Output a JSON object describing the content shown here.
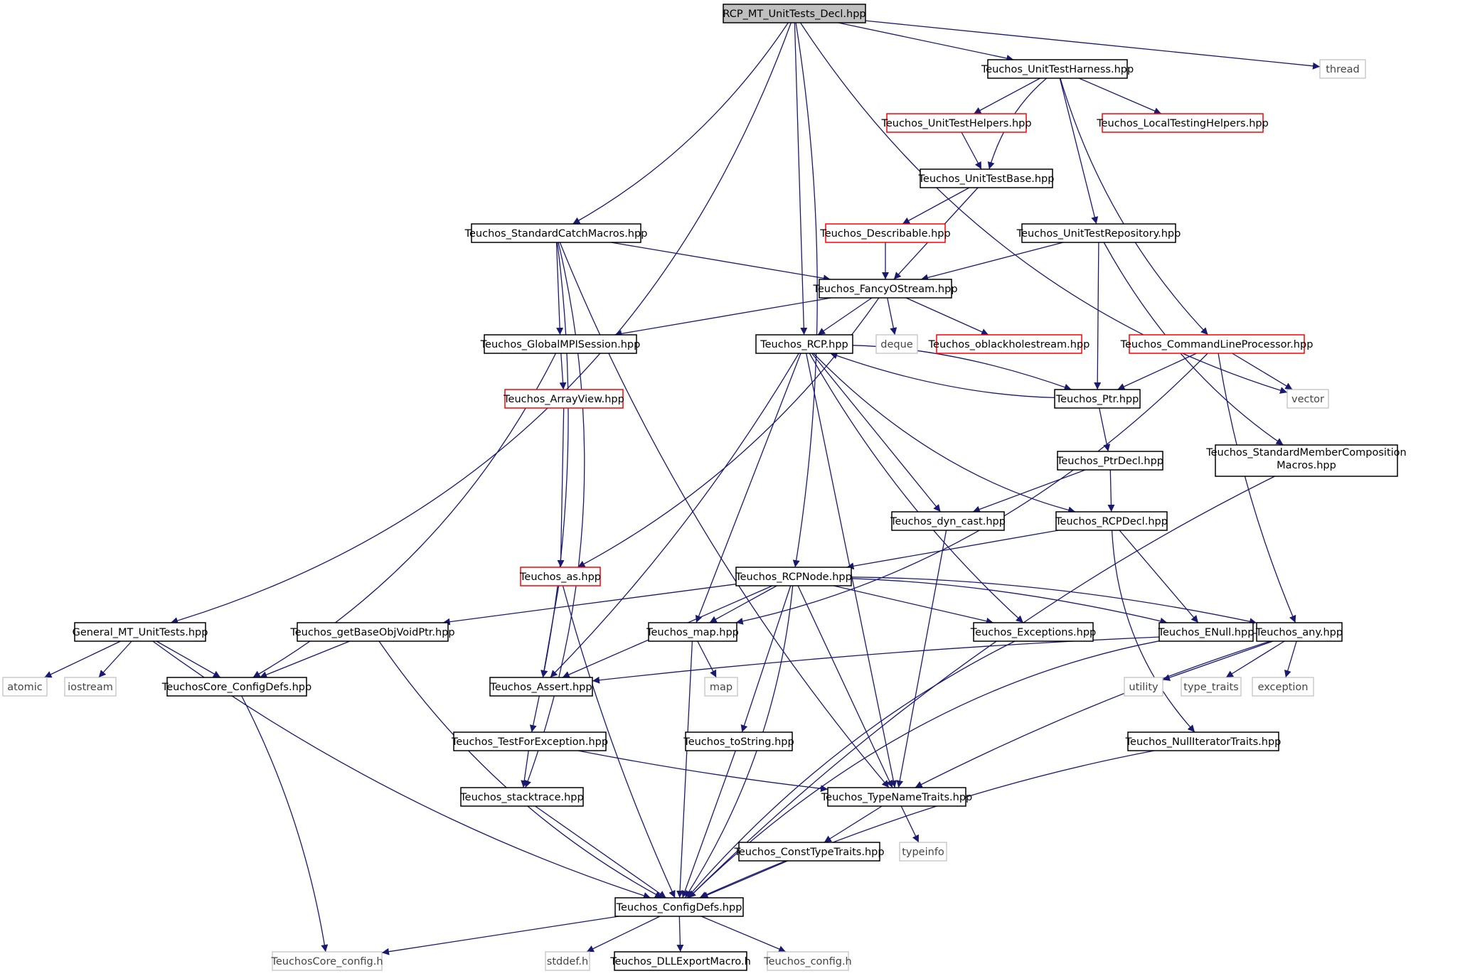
{
  "diagram": {
    "root": "RCP_MT_UnitTests_Decl.hpp",
    "colors": {
      "edge": "#191970",
      "root_fill": "#bfbfbf",
      "node_border": "#000000",
      "incomplete_border": "#ff0000",
      "external_border": "#bfbfbf",
      "background": "#ffffff"
    },
    "nodes": [
      {
        "id": "root",
        "label": "RCP_MT_UnitTests_Decl.hpp",
        "kind": "root"
      },
      {
        "id": "thread",
        "label": "thread",
        "kind": "external"
      },
      {
        "id": "harness",
        "label": "Teuchos_UnitTestHarness.hpp",
        "kind": "normal"
      },
      {
        "id": "helpers",
        "label": "Teuchos_UnitTestHelpers.hpp",
        "kind": "incomplete"
      },
      {
        "id": "localtest",
        "label": "Teuchos_LocalTestingHelpers.hpp",
        "kind": "incomplete"
      },
      {
        "id": "testbase",
        "label": "Teuchos_UnitTestBase.hpp",
        "kind": "normal"
      },
      {
        "id": "stdcatch",
        "label": "Teuchos_StandardCatchMacros.hpp",
        "kind": "normal"
      },
      {
        "id": "describable",
        "label": "Teuchos_Describable.hpp",
        "kind": "incomplete"
      },
      {
        "id": "testrepo",
        "label": "Teuchos_UnitTestRepository.hpp",
        "kind": "normal"
      },
      {
        "id": "fancy",
        "label": "Teuchos_FancyOStream.hpp",
        "kind": "normal"
      },
      {
        "id": "mpisession",
        "label": "Teuchos_GlobalMPISession.hpp",
        "kind": "normal"
      },
      {
        "id": "rcp",
        "label": "Teuchos_RCP.hpp",
        "kind": "normal"
      },
      {
        "id": "deque",
        "label": "deque",
        "kind": "external"
      },
      {
        "id": "oblack",
        "label": "Teuchos_oblackholestream.hpp",
        "kind": "incomplete"
      },
      {
        "id": "cmdline",
        "label": "Teuchos_CommandLineProcessor.hpp",
        "kind": "incomplete"
      },
      {
        "id": "arrayview",
        "label": "Teuchos_ArrayView.hpp",
        "kind": "incomplete"
      },
      {
        "id": "ptr",
        "label": "Teuchos_Ptr.hpp",
        "kind": "normal"
      },
      {
        "id": "vector",
        "label": "vector",
        "kind": "external"
      },
      {
        "id": "stdmember",
        "label": "Teuchos_StandardMemberComposition",
        "label2": "Macros.hpp",
        "kind": "normal"
      },
      {
        "id": "ptrdecl",
        "label": "Teuchos_PtrDecl.hpp",
        "kind": "normal"
      },
      {
        "id": "dyncast",
        "label": "Teuchos_dyn_cast.hpp",
        "kind": "normal"
      },
      {
        "id": "rcpdecl",
        "label": "Teuchos_RCPDecl.hpp",
        "kind": "normal"
      },
      {
        "id": "as",
        "label": "Teuchos_as.hpp",
        "kind": "incomplete"
      },
      {
        "id": "rcpnode",
        "label": "Teuchos_RCPNode.hpp",
        "kind": "normal"
      },
      {
        "id": "general",
        "label": "General_MT_UnitTests.hpp",
        "kind": "normal"
      },
      {
        "id": "getbase",
        "label": "Teuchos_getBaseObjVoidPtr.hpp",
        "kind": "normal"
      },
      {
        "id": "maphpp",
        "label": "Teuchos_map.hpp",
        "kind": "normal"
      },
      {
        "id": "exceptions",
        "label": "Teuchos_Exceptions.hpp",
        "kind": "normal"
      },
      {
        "id": "enull",
        "label": "Teuchos_ENull.hpp",
        "kind": "normal"
      },
      {
        "id": "any",
        "label": "Teuchos_any.hpp",
        "kind": "normal"
      },
      {
        "id": "atomic",
        "label": "atomic",
        "kind": "external"
      },
      {
        "id": "iostream",
        "label": "iostream",
        "kind": "external"
      },
      {
        "id": "coreconfigdefs",
        "label": "TeuchosCore_ConfigDefs.hpp",
        "kind": "normal"
      },
      {
        "id": "assert",
        "label": "Teuchos_Assert.hpp",
        "kind": "normal"
      },
      {
        "id": "map",
        "label": "map",
        "kind": "external"
      },
      {
        "id": "utility",
        "label": "utility",
        "kind": "external"
      },
      {
        "id": "typetraits",
        "label": "type_traits",
        "kind": "external"
      },
      {
        "id": "exception",
        "label": "exception",
        "kind": "external"
      },
      {
        "id": "testforexc",
        "label": "Teuchos_TestForException.hpp",
        "kind": "normal"
      },
      {
        "id": "tostring",
        "label": "Teuchos_toString.hpp",
        "kind": "normal"
      },
      {
        "id": "nulliter",
        "label": "Teuchos_NullIteratorTraits.hpp",
        "kind": "normal"
      },
      {
        "id": "stacktrace",
        "label": "Teuchos_stacktrace.hpp",
        "kind": "normal"
      },
      {
        "id": "typename",
        "label": "Teuchos_TypeNameTraits.hpp",
        "kind": "normal"
      },
      {
        "id": "consttype",
        "label": "Teuchos_ConstTypeTraits.hpp",
        "kind": "normal"
      },
      {
        "id": "typeinfo",
        "label": "typeinfo",
        "kind": "external"
      },
      {
        "id": "configdefs",
        "label": "Teuchos_ConfigDefs.hpp",
        "kind": "normal"
      },
      {
        "id": "coreconfig",
        "label": "TeuchosCore_config.h",
        "kind": "external"
      },
      {
        "id": "stddef",
        "label": "stddef.h",
        "kind": "external"
      },
      {
        "id": "dllexport",
        "label": "Teuchos_DLLExportMacro.h",
        "kind": "normal"
      },
      {
        "id": "tconfig",
        "label": "Teuchos_config.h",
        "kind": "external"
      }
    ],
    "edges": [
      [
        "root",
        "harness"
      ],
      [
        "root",
        "thread"
      ],
      [
        "root",
        "stdcatch"
      ],
      [
        "root",
        "rcp"
      ],
      [
        "root",
        "rcpnode"
      ],
      [
        "root",
        "general"
      ],
      [
        "root",
        "vector"
      ],
      [
        "harness",
        "helpers"
      ],
      [
        "harness",
        "localtest"
      ],
      [
        "harness",
        "testbase"
      ],
      [
        "harness",
        "testrepo"
      ],
      [
        "harness",
        "cmdline"
      ],
      [
        "helpers",
        "testbase"
      ],
      [
        "testbase",
        "describable"
      ],
      [
        "testbase",
        "fancy"
      ],
      [
        "describable",
        "fancy"
      ],
      [
        "testrepo",
        "fancy"
      ],
      [
        "testrepo",
        "ptr"
      ],
      [
        "testrepo",
        "stdmember"
      ],
      [
        "stdcatch",
        "fancy"
      ],
      [
        "stdcatch",
        "mpisession"
      ],
      [
        "stdcatch",
        "assert"
      ],
      [
        "stdcatch",
        "stacktrace"
      ],
      [
        "stdcatch",
        "typename"
      ],
      [
        "fancy",
        "mpisession"
      ],
      [
        "fancy",
        "rcp"
      ],
      [
        "fancy",
        "deque"
      ],
      [
        "fancy",
        "oblack"
      ],
      [
        "fancy",
        "as"
      ],
      [
        "mpisession",
        "arrayview"
      ],
      [
        "mpisession",
        "coreconfigdefs"
      ],
      [
        "arrayview",
        "as"
      ],
      [
        "cmdline",
        "ptr"
      ],
      [
        "cmdline",
        "vector"
      ],
      [
        "cmdline",
        "any"
      ],
      [
        "cmdline",
        "maphpp"
      ],
      [
        "rcp",
        "ptr"
      ],
      [
        "ptr",
        "rcp"
      ],
      [
        "rcp",
        "rcpdecl"
      ],
      [
        "rcp",
        "dyncast"
      ],
      [
        "rcp",
        "exceptions"
      ],
      [
        "rcp",
        "maphpp"
      ],
      [
        "rcp",
        "assert"
      ],
      [
        "rcp",
        "typename"
      ],
      [
        "ptr",
        "ptrdecl"
      ],
      [
        "ptrdecl",
        "rcpdecl"
      ],
      [
        "ptrdecl",
        "dyncast"
      ],
      [
        "rcpdecl",
        "rcpnode"
      ],
      [
        "rcpdecl",
        "enull"
      ],
      [
        "rcpdecl",
        "nulliter"
      ],
      [
        "dyncast",
        "typename"
      ],
      [
        "as",
        "assert"
      ],
      [
        "as",
        "configdefs"
      ],
      [
        "rcpnode",
        "getbase"
      ],
      [
        "rcpnode",
        "maphpp"
      ],
      [
        "rcpnode",
        "exceptions"
      ],
      [
        "rcpnode",
        "enull"
      ],
      [
        "rcpnode",
        "any"
      ],
      [
        "rcpnode",
        "assert"
      ],
      [
        "rcpnode",
        "tostring"
      ],
      [
        "rcpnode",
        "typename"
      ],
      [
        "rcpnode",
        "configdefs"
      ],
      [
        "general",
        "atomic"
      ],
      [
        "general",
        "iostream"
      ],
      [
        "general",
        "coreconfigdefs"
      ],
      [
        "general",
        "configdefs"
      ],
      [
        "getbase",
        "coreconfigdefs"
      ],
      [
        "getbase",
        "configdefs"
      ],
      [
        "maphpp",
        "map"
      ],
      [
        "maphpp",
        "configdefs"
      ],
      [
        "exceptions",
        "configdefs"
      ],
      [
        "enull",
        "configdefs"
      ],
      [
        "any",
        "utility"
      ],
      [
        "any",
        "typetraits"
      ],
      [
        "any",
        "exception"
      ],
      [
        "any",
        "assert"
      ],
      [
        "any",
        "typename"
      ],
      [
        "stdmember",
        "configdefs"
      ],
      [
        "assert",
        "testforexc"
      ],
      [
        "testforexc",
        "stacktrace"
      ],
      [
        "testforexc",
        "typename"
      ],
      [
        "tostring",
        "configdefs"
      ],
      [
        "nulliter",
        "configdefs"
      ],
      [
        "stacktrace",
        "configdefs"
      ],
      [
        "typename",
        "consttype"
      ],
      [
        "typename",
        "typeinfo"
      ],
      [
        "consttype",
        "configdefs"
      ],
      [
        "coreconfigdefs",
        "coreconfig"
      ],
      [
        "configdefs",
        "coreconfig"
      ],
      [
        "configdefs",
        "stddef"
      ],
      [
        "configdefs",
        "dllexport"
      ],
      [
        "configdefs",
        "tconfig"
      ]
    ]
  }
}
